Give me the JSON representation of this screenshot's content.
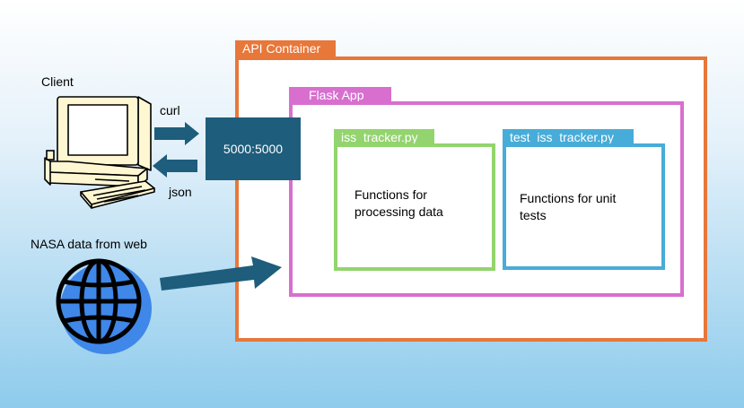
{
  "client": {
    "label": "Client"
  },
  "arrows": {
    "request_label": "curl",
    "response_label": "json"
  },
  "port": {
    "label": "5000:5000"
  },
  "nasa": {
    "label": "NASA data from web"
  },
  "api_container": {
    "label": "API Container"
  },
  "flask_app": {
    "label": "Flask App"
  },
  "iss_tracker": {
    "label": "iss_tracker.py",
    "description": "Functions for processing data"
  },
  "test_iss_tracker": {
    "label": "test_iss_tracker.py",
    "description": "Functions for unit tests"
  },
  "colors": {
    "api_container": "#e8773a",
    "flask_app": "#d86fcf",
    "iss_tracker": "#93d46e",
    "test_iss_tracker": "#47acd8",
    "port_box": "#1e5d7c",
    "arrow": "#1e5d7c",
    "globe": "#3f87e8"
  }
}
